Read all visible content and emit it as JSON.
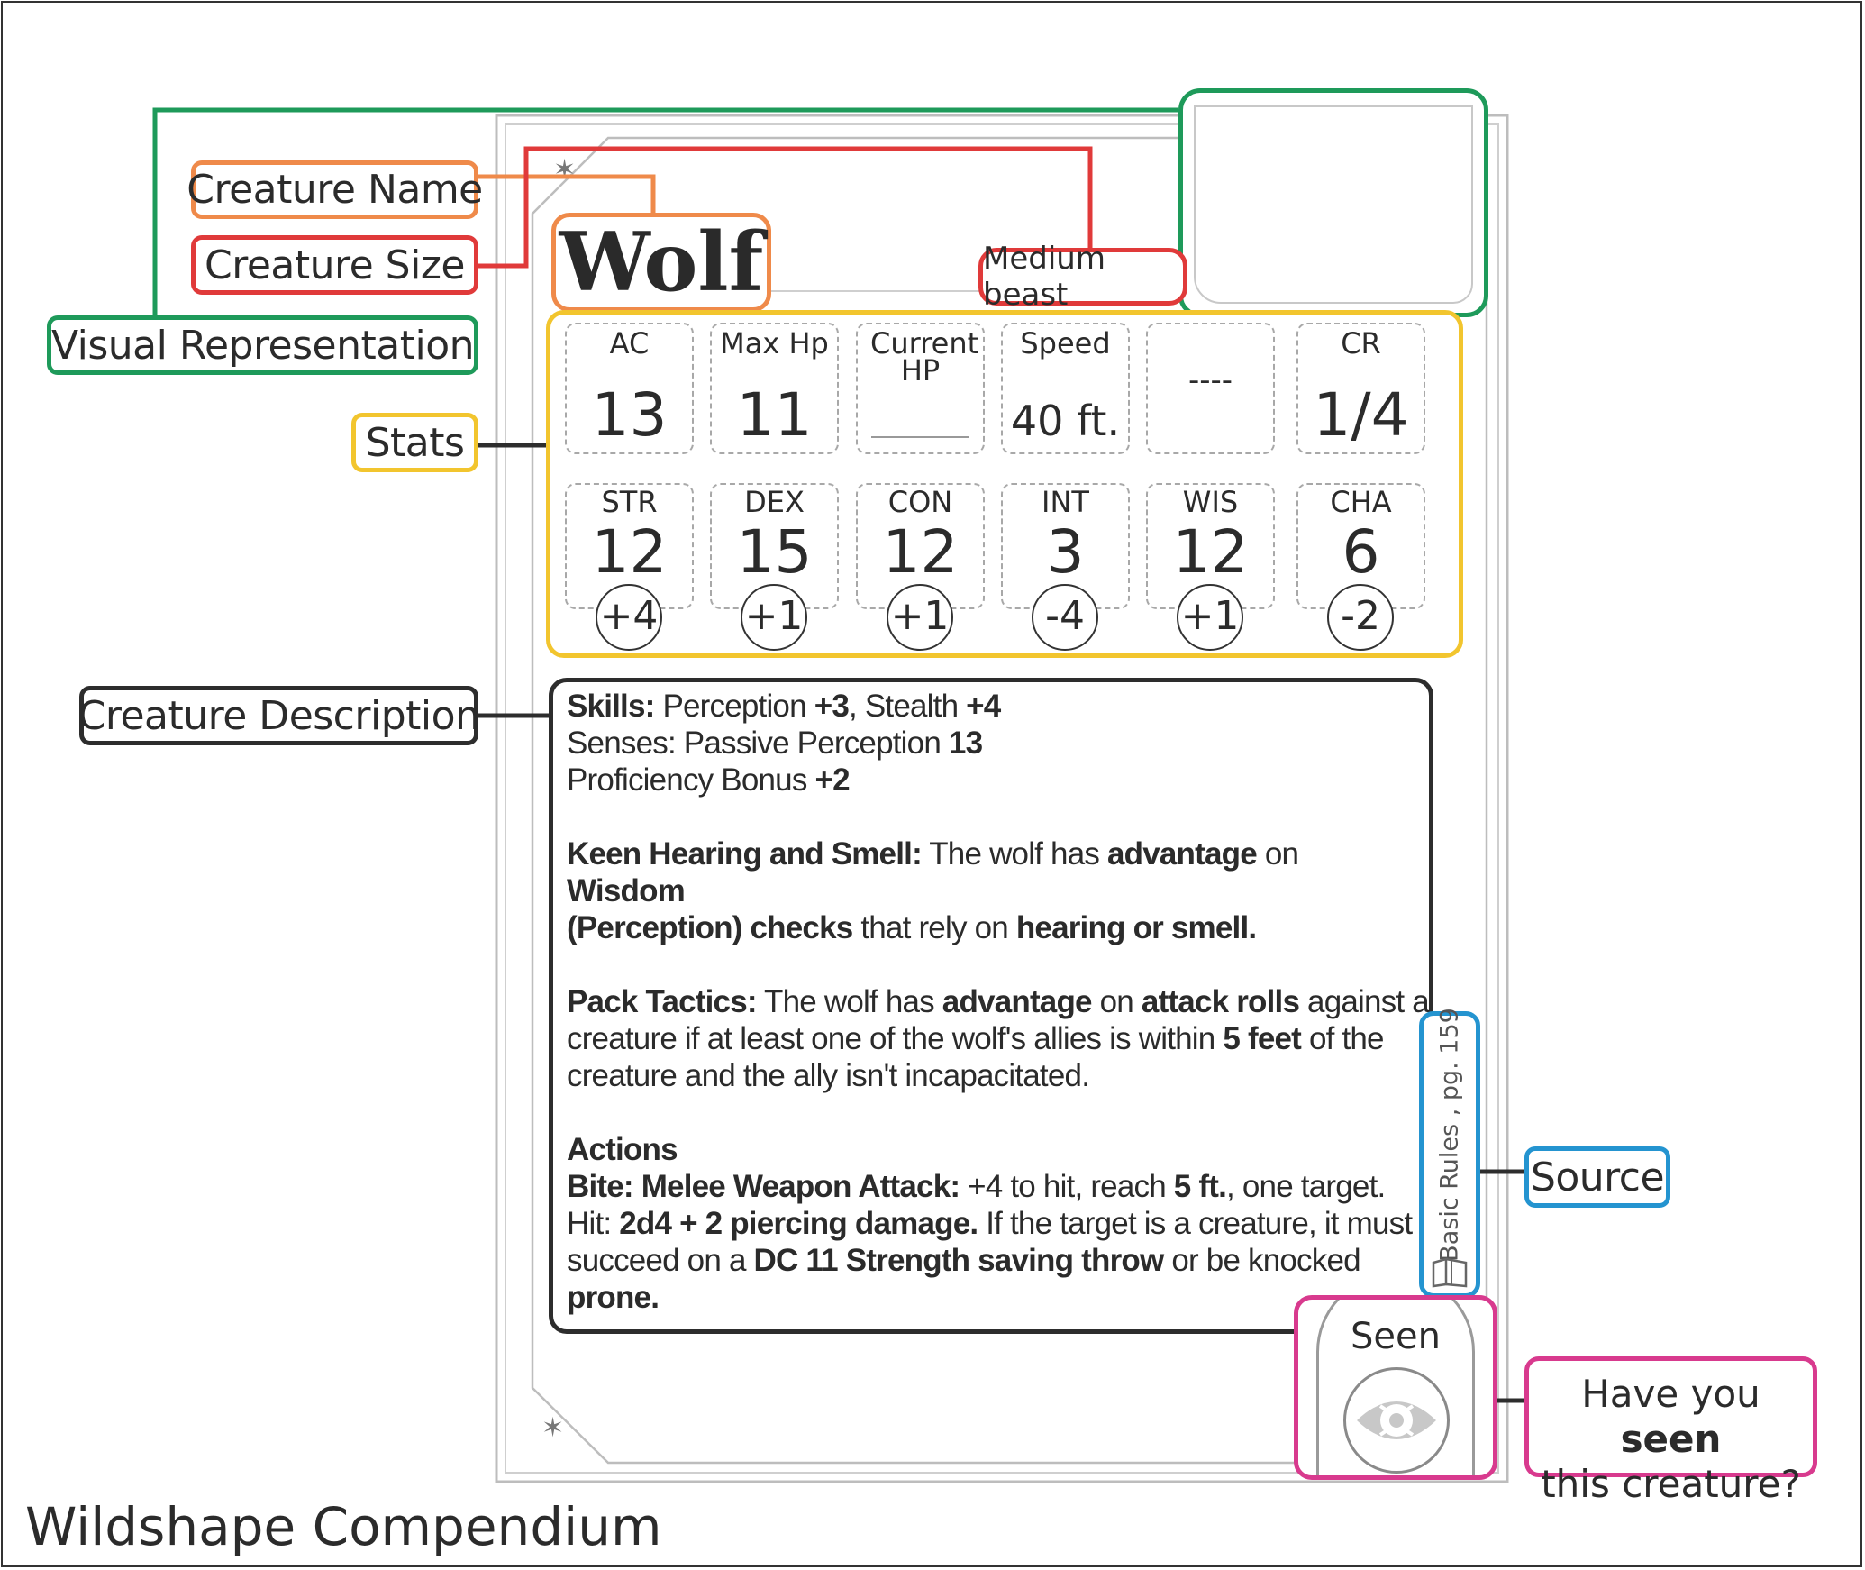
{
  "callouts": {
    "creature_name": "Creature Name",
    "creature_size": "Creature Size",
    "visual_representation": "Visual Representation",
    "stats": "Stats",
    "creature_description": "Creature Description",
    "source": "Source",
    "seen_prompt": {
      "pre": "Have you ",
      "bold": "seen",
      "line2": "this creature?"
    }
  },
  "card": {
    "name": "Wolf",
    "size_type": "Medium beast",
    "top_stats": [
      {
        "label": "AC",
        "value": "13"
      },
      {
        "label": "Max Hp",
        "value": "11"
      },
      {
        "label": "Current HP",
        "value": ""
      },
      {
        "label": "Speed",
        "value": "40 ft."
      },
      {
        "label": "",
        "value": "----"
      },
      {
        "label": "CR",
        "value": "1/4"
      }
    ],
    "abilities": [
      {
        "label": "STR",
        "value": "12",
        "mod": "+4"
      },
      {
        "label": "DEX",
        "value": "15",
        "mod": "+1"
      },
      {
        "label": "CON",
        "value": "12",
        "mod": "+1"
      },
      {
        "label": "INT",
        "value": "3",
        "mod": "-4"
      },
      {
        "label": "WIS",
        "value": "12",
        "mod": "+1"
      },
      {
        "label": "CHA",
        "value": "6",
        "mod": "-2"
      }
    ],
    "description": {
      "skills_label": "Skills:",
      "skills_p1": " Perception ",
      "skills_v1": "+3",
      "skills_p2": ", Stealth ",
      "skills_v2": "+4",
      "senses_text": "Senses: Passive Perception ",
      "senses_value": "13",
      "prof_text": "Proficiency Bonus ",
      "prof_value": "+2",
      "keen": [
        "Keen Hearing and Smell:",
        " The wolf has ",
        "advantage",
        " on ",
        "Wisdom",
        "(Perception) checks",
        " that rely on ",
        "hearing or smell."
      ],
      "pack": [
        "Pack Tactics:",
        " The wolf has ",
        "advantage",
        " on ",
        "attack rolls",
        " against a creature if at least one of the wolf's allies is within ",
        "5 feet",
        " of the creature and the ally isn't incapacitated."
      ],
      "actions_label": "Actions",
      "bite": [
        "Bite: Melee Weapon Attack:",
        " +4 to hit, reach ",
        "5 ft.",
        ", one target.",
        "Hit: ",
        "2d4 + 2 piercing damage.",
        " If the target is a creature, it must succeed on a ",
        "DC 11 Strength saving throw",
        " or be knocked ",
        "prone."
      ]
    },
    "source": "Basic Rules , pg. 159",
    "seen_label": "Seen"
  },
  "footer_title": "Wildshape Compendium",
  "colors": {
    "orange": "#ef8a4a",
    "red": "#e03a3a",
    "green": "#1e9a5a",
    "yellow": "#f2c52e",
    "dark": "#2d2d2d",
    "blue": "#2494d0",
    "pink": "#d83a8e"
  },
  "icons": [
    "book-icon",
    "eye-icon",
    "star-corner-icon"
  ]
}
